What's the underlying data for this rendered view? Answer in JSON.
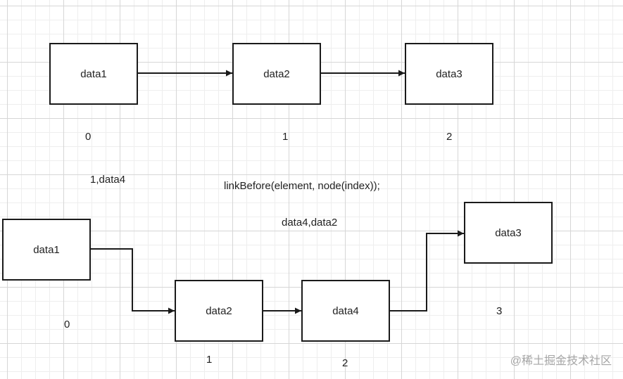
{
  "top_list": {
    "nodes": [
      "data1",
      "data2",
      "data3"
    ],
    "indices": [
      "0",
      "1",
      "2"
    ]
  },
  "annotations": {
    "insert_params": "1,data4",
    "method_call": "linkBefore(element, node(index));",
    "link_pair": "data4,data2"
  },
  "bottom_list": {
    "nodes": [
      "data1",
      "data2",
      "data4",
      "data3"
    ],
    "indices": [
      "0",
      "1",
      "2",
      "3"
    ]
  },
  "watermark": "@稀土掘金技术社区",
  "colors": {
    "stroke": "#1a1a1a",
    "text": "#222222",
    "grid": "#d6d6d6",
    "watermark": "#a5a5a5"
  }
}
